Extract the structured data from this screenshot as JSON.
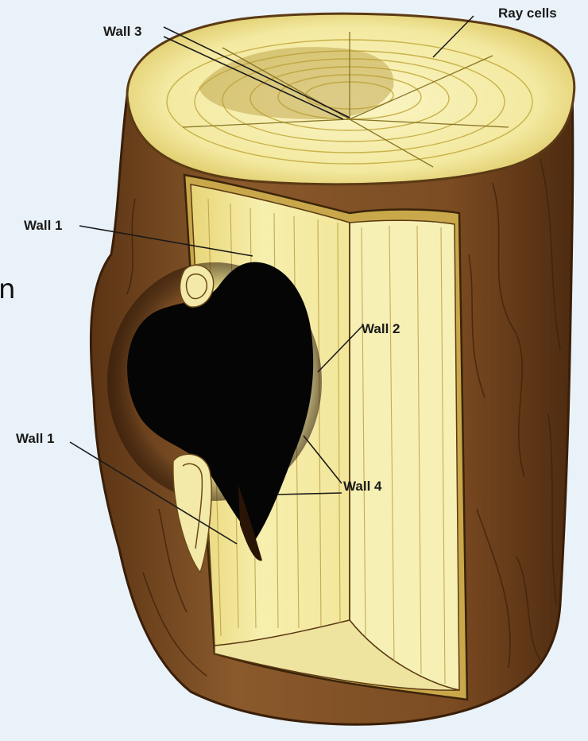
{
  "diagram": {
    "labels": {
      "ray_cells": "Ray cells",
      "wall_3": "Wall 3",
      "wall_1_top": "Wall 1",
      "wall_2": "Wall 2",
      "wall_1_bottom": "Wall 1",
      "wall_4": "Wall 4"
    },
    "edge_glyph": "n"
  },
  "colors": {
    "background": "#eaf2f9",
    "bark": "#7a4a22",
    "bark_dark": "#4a2a10",
    "wood": "#f6efa8",
    "wood_shade": "#e2cf6a",
    "decay_cavity": "#050505",
    "label_text": "#1a1a1a"
  }
}
